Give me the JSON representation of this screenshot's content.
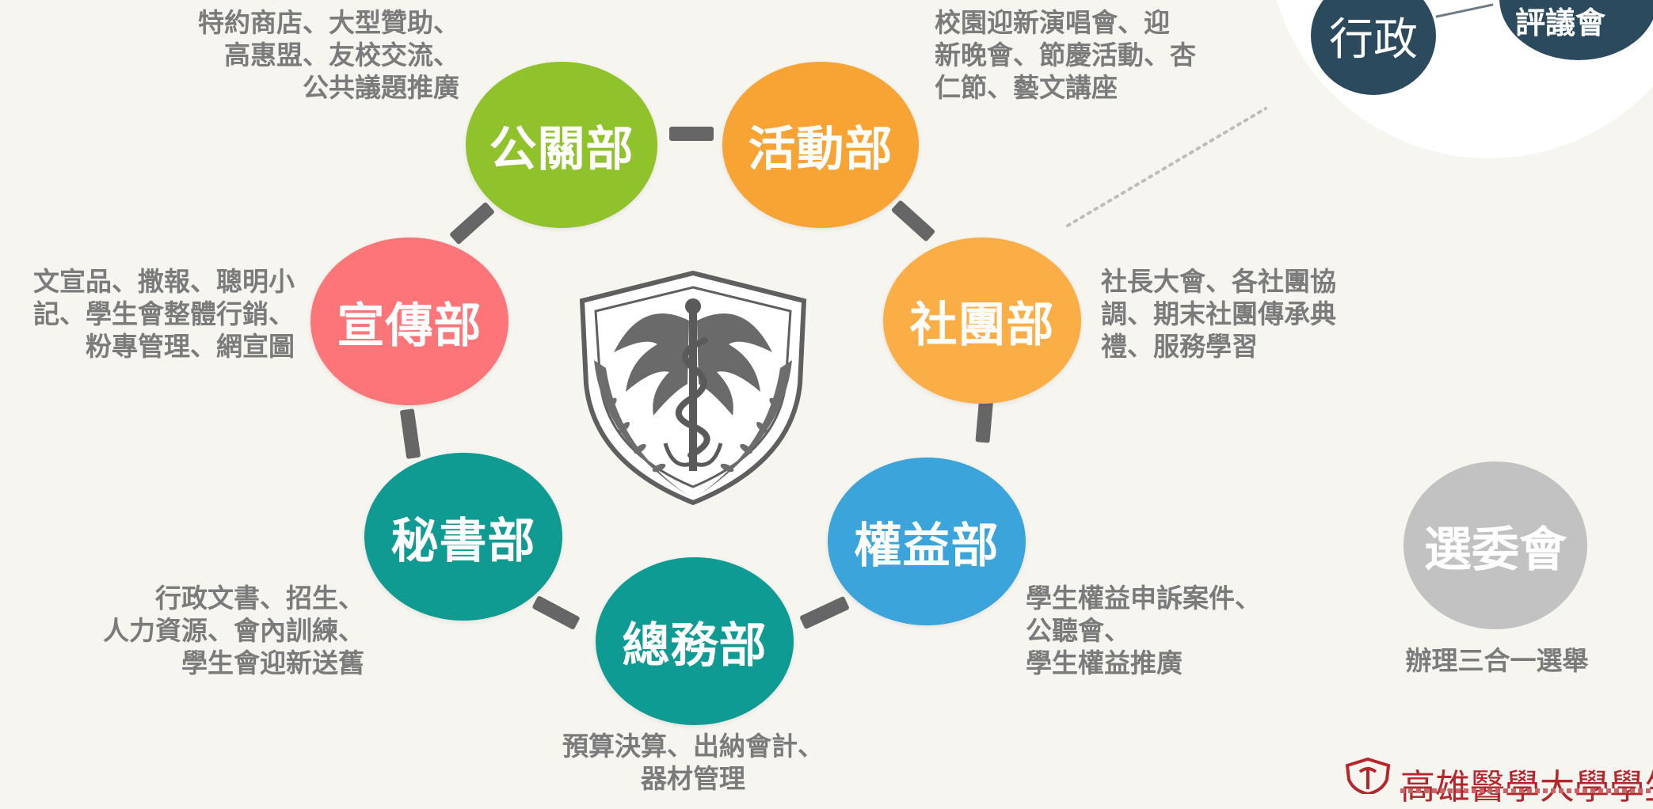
{
  "departments": {
    "public_relations": {
      "name": "公關部",
      "color": "#8fc22b",
      "desc": "特約商店、大型贊助、\n高惠盟、友校交流、\n公共議題推廣"
    },
    "activities": {
      "name": "活動部",
      "color": "#f7a435",
      "desc": "校園迎新演唱會、迎\n新晚會、節慶活動、杏\n仁節、藝文講座"
    },
    "clubs": {
      "name": "社團部",
      "color": "#fbae46",
      "desc": "社長大會、各社團協\n調、期末社團傳承典\n禮、服務學習"
    },
    "rights": {
      "name": "權益部",
      "color": "#3aa4db",
      "desc": "學生權益申訴案件、\n公聽會、\n學生權益推廣"
    },
    "general_affairs": {
      "name": "總務部",
      "color": "#0e9b94",
      "desc": "預算決算、出納會計、\n器材管理"
    },
    "secretariat": {
      "name": "秘書部",
      "color": "#0f9a92",
      "desc": "行政文書、招生、\n人力資源、會內訓練、\n學生會迎新送舊"
    },
    "publicity": {
      "name": "宣傳部",
      "color": "#fc7579",
      "desc": "文宣品、撒報、聰明小\n記、學生會整體行銷、\n粉專管理、網宣圖"
    }
  },
  "admin": {
    "label": "行政",
    "council_label": "評議會",
    "color": "#2b4a5e"
  },
  "election": {
    "label": "選委會",
    "desc": "辦理三合一選舉",
    "color": "#c2c2c2"
  },
  "footer": {
    "org_name": "高雄醫學大學學生會"
  }
}
